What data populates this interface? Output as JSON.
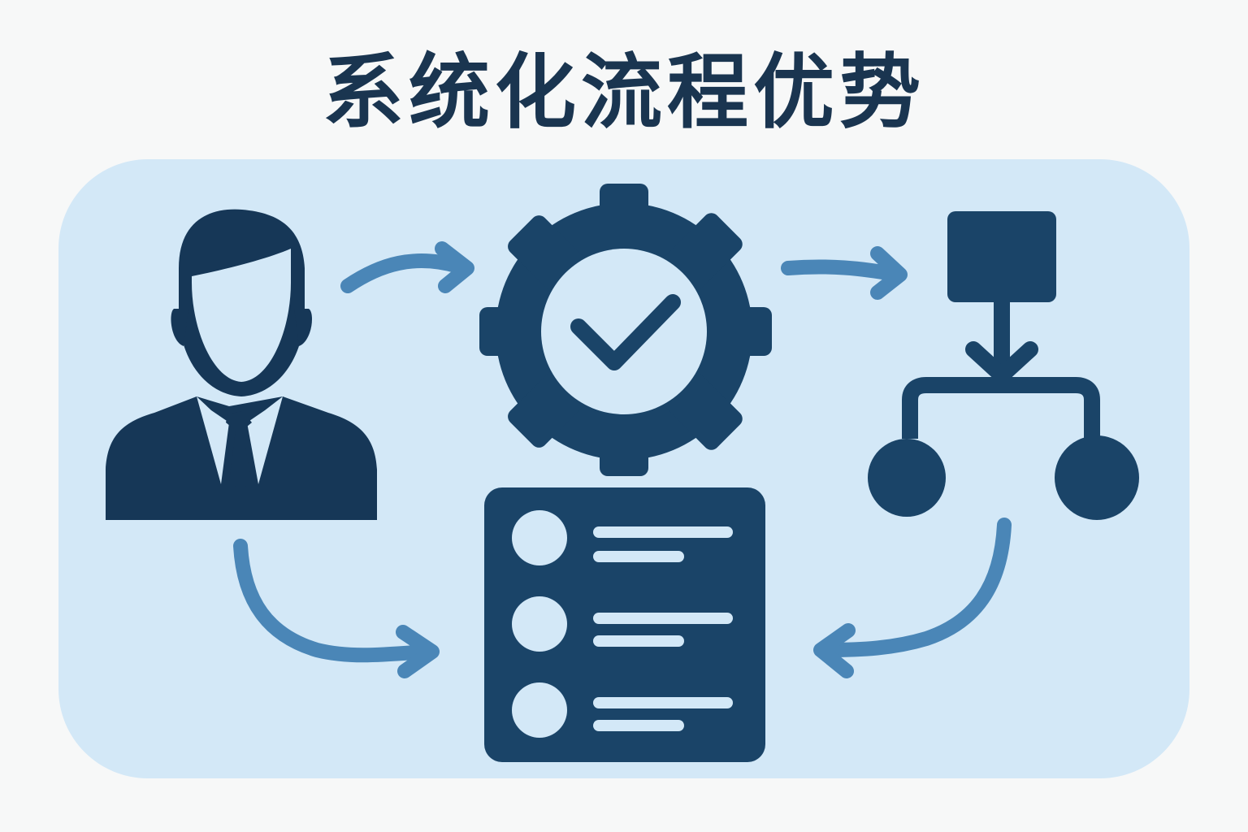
{
  "title": "系统化流程优势",
  "colors": {
    "background": "#f7f8f8",
    "panel": "#d3e8f7",
    "icon_dark": "#1a4468",
    "person": "#163757",
    "arrow": "#4a86b7",
    "title": "#1a3550"
  },
  "nodes": [
    {
      "id": "person",
      "icon": "businessman-icon"
    },
    {
      "id": "process",
      "icon": "gear-check-icon"
    },
    {
      "id": "structure",
      "icon": "flowchart-icon"
    },
    {
      "id": "checklist",
      "icon": "checklist-icon"
    }
  ],
  "connections": [
    {
      "from": "person",
      "to": "process"
    },
    {
      "from": "process",
      "to": "structure"
    },
    {
      "from": "person",
      "to": "checklist"
    },
    {
      "from": "structure",
      "to": "checklist"
    }
  ]
}
